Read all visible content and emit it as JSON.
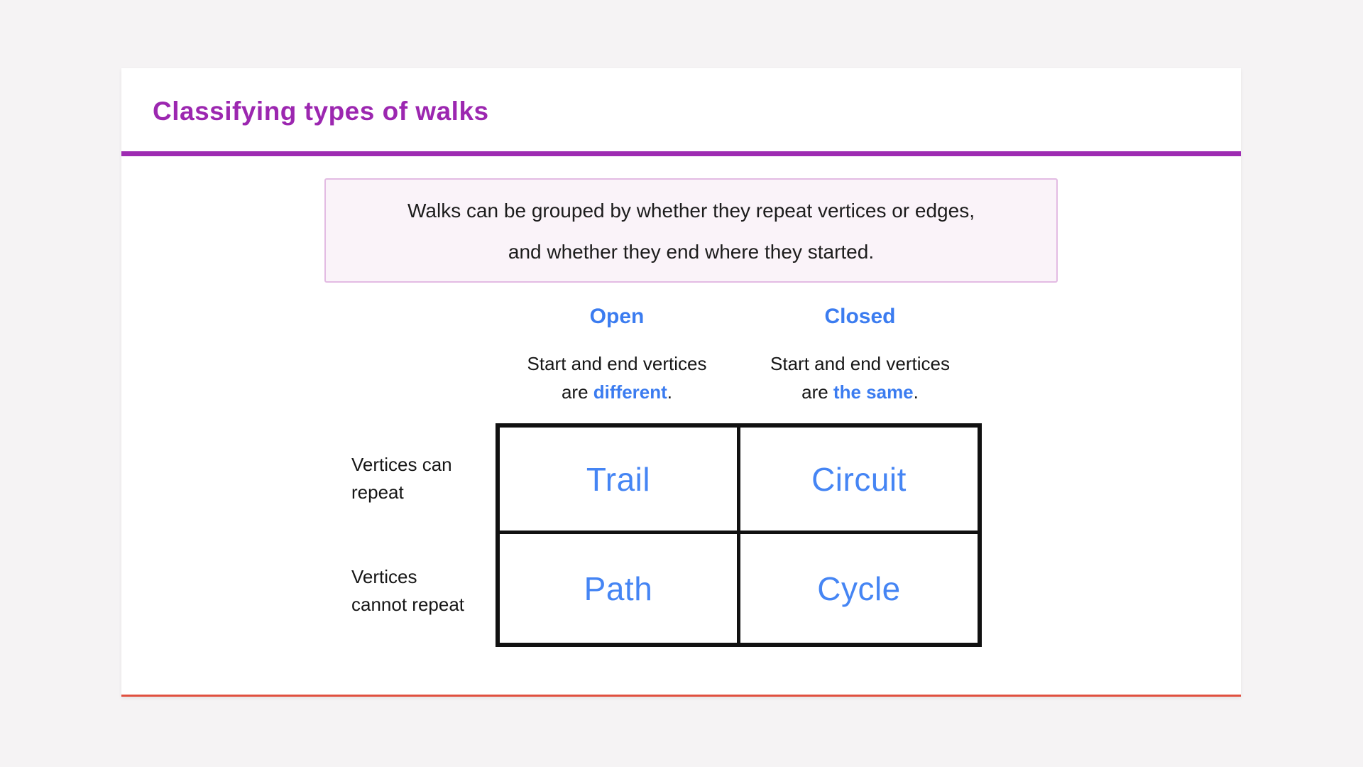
{
  "card": {
    "title": "Classifying types of walks"
  },
  "intro": {
    "line1": "Walks can be grouped by whether they repeat vertices or edges,",
    "line2": "and whether they end where they started."
  },
  "matrix": {
    "columns": [
      {
        "header": "Open",
        "desc_line1": "Start and end vertices",
        "desc_pre": "are ",
        "desc_bold": "different",
        "desc_post": "."
      },
      {
        "header": "Closed",
        "desc_line1": "Start and end vertices",
        "desc_pre": "are ",
        "desc_bold": "the same",
        "desc_post": "."
      }
    ],
    "rows": [
      {
        "line1": "Vertices can",
        "line2": "repeat"
      },
      {
        "line1": "Vertices",
        "line2": "cannot repeat"
      }
    ],
    "cells": [
      [
        "Trail",
        "Circuit"
      ],
      [
        "Path",
        "Cycle"
      ]
    ]
  },
  "colors": {
    "title_purple": "#9C27B0",
    "divider_purple": "#9E2BB2",
    "accent_blue": "#3B7CF0",
    "cell_blue": "#4585F4",
    "note_bg": "#FAF3F9",
    "note_border": "#E3BBE3",
    "table_border": "#111111",
    "card_bottom_line": "#E0503F"
  }
}
